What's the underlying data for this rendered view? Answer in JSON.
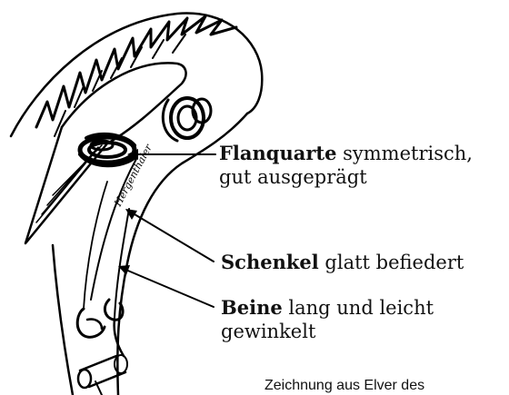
{
  "annotations": [
    {
      "term": "Flanquarte",
      "rest_line1": " symmetrisch,",
      "rest_line2": "gut ausgeprägt"
    },
    {
      "term": "Schenkel",
      "rest_line1": " glatt befiedert"
    },
    {
      "term": "Beine",
      "rest_line1": " lang und leicht",
      "rest_line2": "gewinkelt"
    }
  ],
  "signature": "Hergenthaler",
  "caption": "Zeichnung aus Elver des"
}
